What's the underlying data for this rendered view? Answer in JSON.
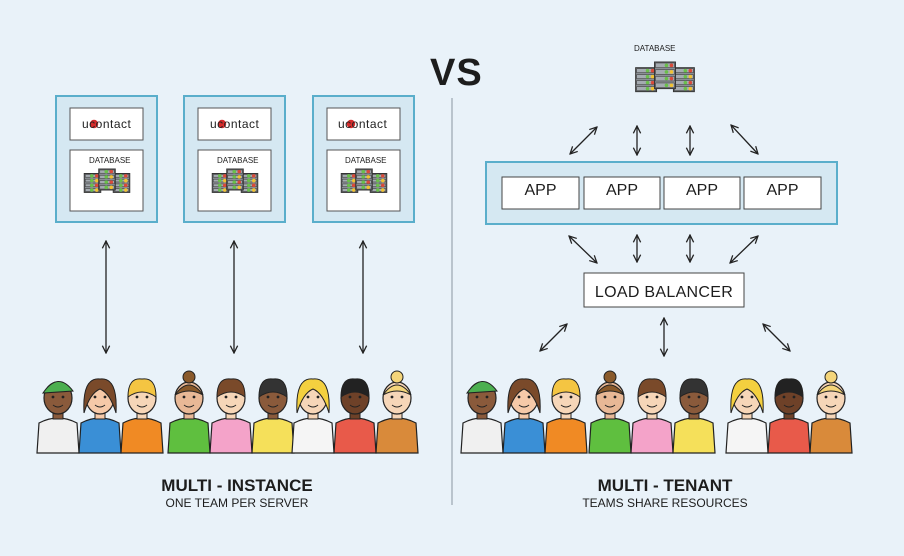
{
  "vs_label": "VS",
  "left": {
    "instances": [
      {
        "logo": "ucontact",
        "db_label": "DATABASE"
      },
      {
        "logo": "ucontact",
        "db_label": "DATABASE"
      },
      {
        "logo": "ucontact",
        "db_label": "DATABASE"
      }
    ],
    "title": "MULTI - INSTANCE",
    "subtitle": "ONE TEAM PER SERVER"
  },
  "right": {
    "db_label": "DATABASE",
    "apps": [
      "APP",
      "APP",
      "APP",
      "APP"
    ],
    "load_balancer": "LOAD BALANCER",
    "title": "MULTI - TENANT",
    "subtitle": "TEAMS SHARE RESOURCES"
  },
  "colors": {
    "background": "#e9f2f9",
    "panel_fill": "#d5e8f2",
    "panel_border": "#5aaecb",
    "logo_red": "#d52b2b",
    "server_gray": "#8a8f95",
    "led_green": "#6abf4b",
    "led_red": "#d94a3a",
    "led_yellow": "#f1c232"
  }
}
